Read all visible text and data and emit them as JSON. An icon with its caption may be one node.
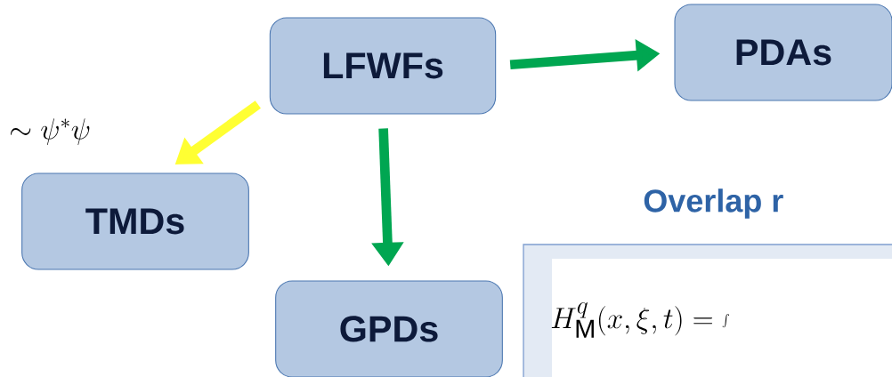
{
  "diagram": {
    "nodes": [
      {
        "text": [
          "LFWFs"
        ]
      },
      {
        "text": [
          "PDAs"
        ]
      },
      {
        "text": [
          "TMDs"
        ]
      },
      {
        "text": [
          "GPDs"
        ]
      }
    ],
    "edges": [
      {
        "from": 0,
        "to": 1,
        "arrow": "to"
      },
      {
        "from": 0,
        "to": 2,
        "arrow": "to",
        "color": "#ffff33"
      },
      {
        "from": 0,
        "to": 3,
        "arrow": "to"
      }
    ],
    "labels": [
      "\\sim \\psi^*\\psi",
      "Overlap r",
      "H^q_{\\mathrm{M}}(x,\\xi,t) = \\int"
    ]
  }
}
